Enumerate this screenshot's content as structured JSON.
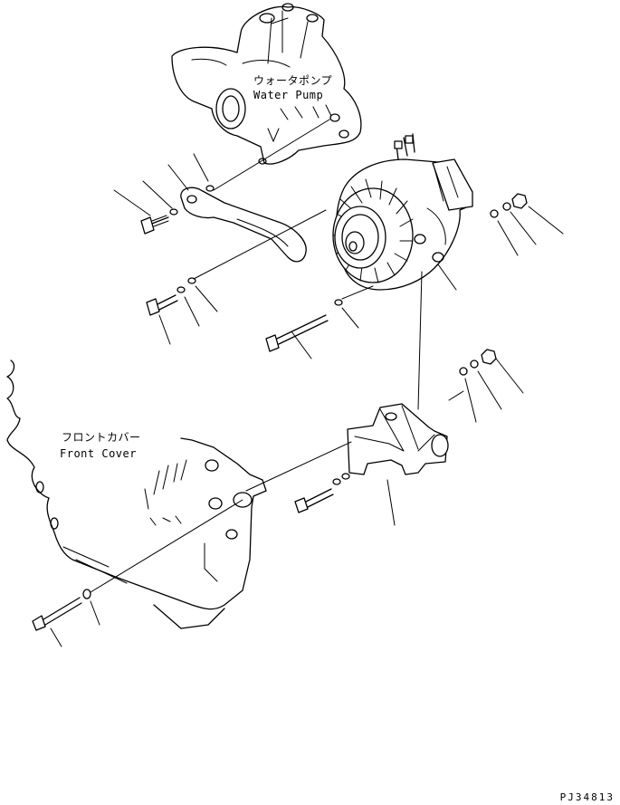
{
  "labels": {
    "water_pump_jp": "ウォータポンプ",
    "water_pump_en": "Water Pump",
    "front_cover_jp": "フロントカバー",
    "front_cover_en": "Front Cover"
  },
  "drawing_number": "PJ34813"
}
